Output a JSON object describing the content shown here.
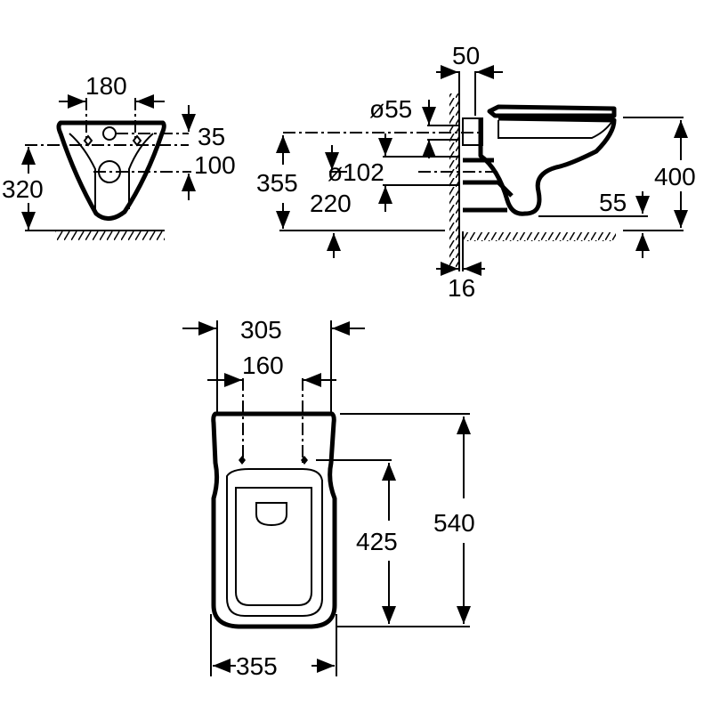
{
  "drawing": {
    "front_view": {
      "width_between_fixings": "180",
      "fixing_offset_top": "35",
      "outlet_offset": "100",
      "fixing_height": "320"
    },
    "side_view": {
      "seat_setback": "50",
      "water_inlet_diameter": "ø55",
      "outlet_diameter": "ø102",
      "inlet_height": "355",
      "outlet_height": "220",
      "rim_height": "400",
      "underside_clearance": "55",
      "wall_thickness": "16"
    },
    "top_view": {
      "seat_width": "305",
      "hinge_spacing": "160",
      "overall_length": "540",
      "hinge_to_front": "425",
      "bowl_width": "355"
    }
  }
}
